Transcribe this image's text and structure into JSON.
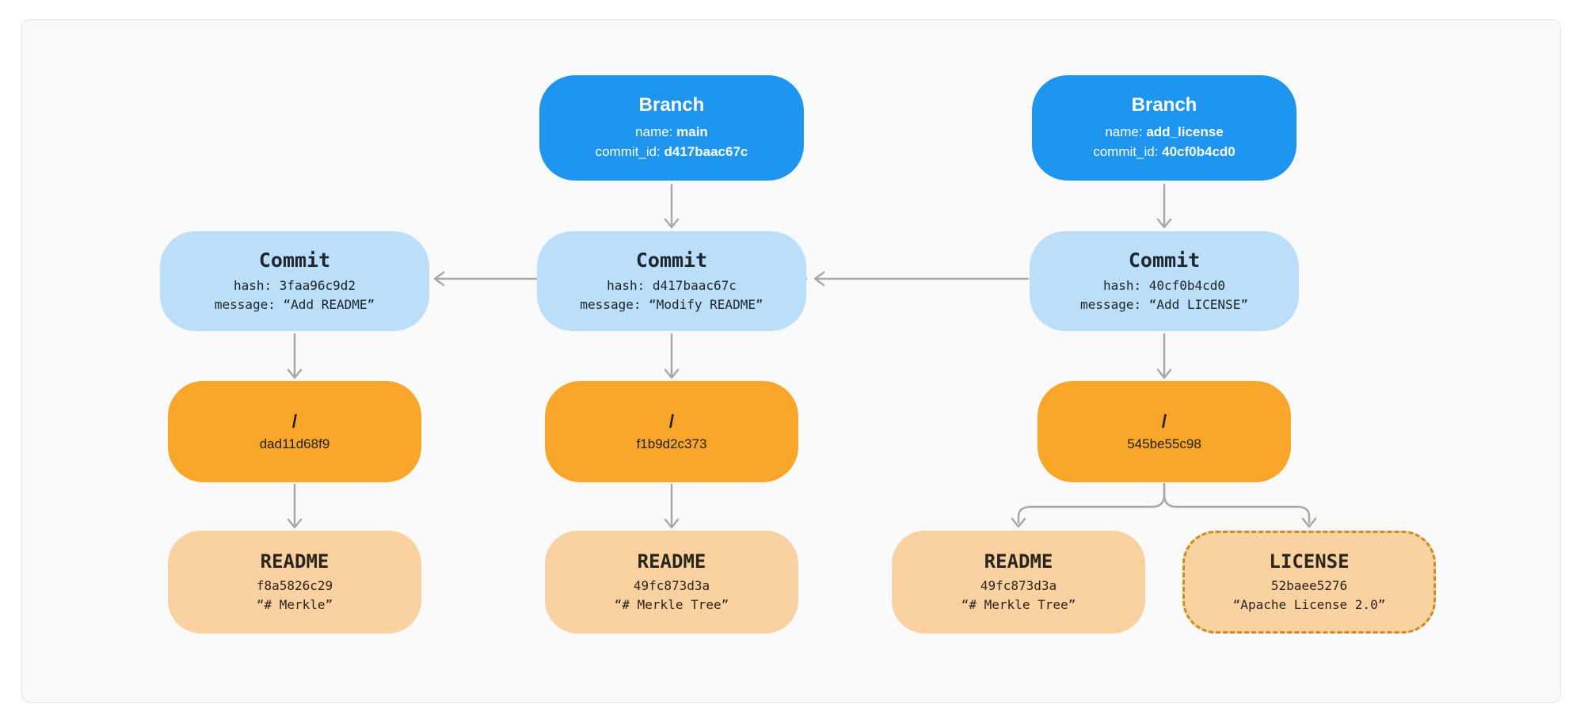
{
  "colors": {
    "branch_blue": "#1e96f0",
    "commit_light_blue": "#bbdef9",
    "tree_orange": "#faa62a",
    "file_light_orange": "#fad1a0",
    "license_dashed_border": "#cc8e22",
    "arrow_gray": "#a8a8a8",
    "panel_background": "#fafafa",
    "panel_border": "#e3e3e3"
  },
  "nodes": {
    "branch_main": {
      "title": "Branch",
      "name_label": "name: ",
      "name_value": "main",
      "id_label": "commit_id: ",
      "id_value": "d417baac67c"
    },
    "branch_add_license": {
      "title": "Branch",
      "name_label": "name: ",
      "name_value": "add_license",
      "id_label": "commit_id: ",
      "id_value": "40cf0b4cd0"
    },
    "commit_1": {
      "title": "Commit",
      "hash_line": "hash: 3faa96c9d2",
      "message_line": "message: “Add README”"
    },
    "commit_2": {
      "title": "Commit",
      "hash_line": "hash: d417baac67c",
      "message_line": "message: “Modify README”"
    },
    "commit_3": {
      "title": "Commit",
      "hash_line": "hash: 40cf0b4cd0",
      "message_line": "message: “Add LICENSE”"
    },
    "tree_1": {
      "title": "/",
      "hash": "dad11d68f9"
    },
    "tree_2": {
      "title": "/",
      "hash": "f1b9d2c373"
    },
    "tree_3": {
      "title": "/",
      "hash": "545be55c98"
    },
    "file_1": {
      "title": "README",
      "hash": "f8a5826c29",
      "content": "“# Merkle”"
    },
    "file_2": {
      "title": "README",
      "hash": "49fc873d3a",
      "content": "“# Merkle Tree”"
    },
    "file_3": {
      "title": "README",
      "hash": "49fc873d3a",
      "content": "“# Merkle Tree”"
    },
    "file_4": {
      "title": "LICENSE",
      "hash": "52baee5276",
      "content": "“Apache License 2.0”"
    }
  }
}
